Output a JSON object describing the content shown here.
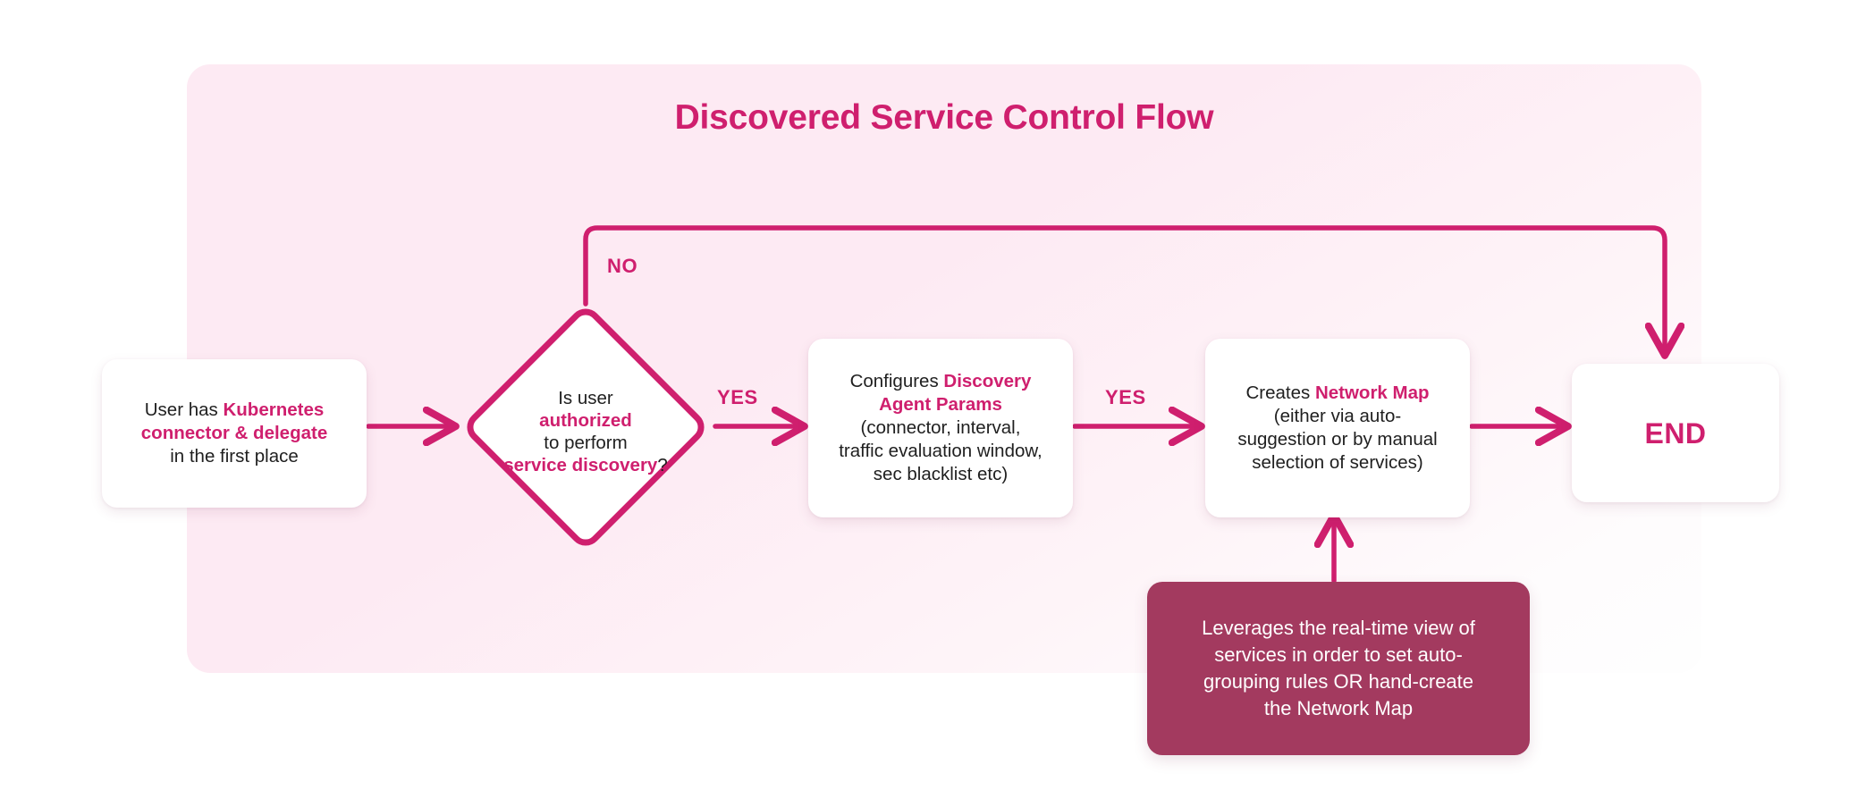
{
  "panel": {
    "background_color": "#fdeaf3",
    "accent_color": "#cf1f6e",
    "note_color": "#a33a5f"
  },
  "title": "Discovered Service Control Flow",
  "nodes": {
    "start": {
      "id": "start",
      "shape": "rounded-rect",
      "lines": [
        {
          "parts": [
            {
              "text": "User has ",
              "emphasis": false
            },
            {
              "text": "Kubernetes",
              "emphasis": true
            }
          ]
        },
        {
          "parts": [
            {
              "text": "connector & delegate",
              "emphasis": true
            }
          ]
        },
        {
          "parts": [
            {
              "text": "in the first place",
              "emphasis": false
            }
          ]
        }
      ]
    },
    "decision": {
      "id": "decision",
      "shape": "diamond",
      "lines": [
        {
          "parts": [
            {
              "text": "Is user",
              "emphasis": false
            }
          ]
        },
        {
          "parts": [
            {
              "text": "authorized",
              "emphasis": true
            }
          ]
        },
        {
          "parts": [
            {
              "text": "to perform",
              "emphasis": false
            }
          ]
        },
        {
          "parts": [
            {
              "text": "service discovery",
              "emphasis": true
            },
            {
              "text": "?",
              "emphasis": false
            }
          ]
        }
      ]
    },
    "configure": {
      "id": "configure",
      "shape": "rounded-rect",
      "lines": [
        {
          "parts": [
            {
              "text": "Configures ",
              "emphasis": false
            },
            {
              "text": "Discovery",
              "emphasis": true
            }
          ]
        },
        {
          "parts": [
            {
              "text": "Agent Params",
              "emphasis": true
            }
          ]
        },
        {
          "parts": [
            {
              "text": "(connector, interval,",
              "emphasis": false
            }
          ]
        },
        {
          "parts": [
            {
              "text": "traffic evaluation window,",
              "emphasis": false
            }
          ]
        },
        {
          "parts": [
            {
              "text": "sec blacklist etc)",
              "emphasis": false
            }
          ]
        }
      ]
    },
    "network_map": {
      "id": "network_map",
      "shape": "rounded-rect",
      "lines": [
        {
          "parts": [
            {
              "text": "Creates ",
              "emphasis": false
            },
            {
              "text": "Network Map",
              "emphasis": true
            }
          ]
        },
        {
          "parts": [
            {
              "text": "(either via auto-",
              "emphasis": false
            }
          ]
        },
        {
          "parts": [
            {
              "text": "suggestion or by manual",
              "emphasis": false
            }
          ]
        },
        {
          "parts": [
            {
              "text": "selection of services)",
              "emphasis": false
            }
          ]
        }
      ]
    },
    "end": {
      "id": "end",
      "shape": "rounded-rect",
      "label": "END"
    },
    "note": {
      "id": "note",
      "shape": "rounded-rect-filled",
      "lines": [
        {
          "parts": [
            {
              "text": "Leverages the real-time view of",
              "emphasis": false
            }
          ]
        },
        {
          "parts": [
            {
              "text": "services in order to set auto-",
              "emphasis": false
            }
          ]
        },
        {
          "parts": [
            {
              "text": "grouping rules OR hand-create",
              "emphasis": false
            }
          ]
        },
        {
          "parts": [
            {
              "text": "the Network Map",
              "emphasis": false
            }
          ]
        }
      ]
    }
  },
  "edges": [
    {
      "id": "start-to-decision",
      "label": "",
      "from": "start",
      "to": "decision"
    },
    {
      "id": "decision-yes-configure",
      "label": "YES",
      "from": "decision",
      "to": "configure"
    },
    {
      "id": "configure-yes-networkmap",
      "label": "YES",
      "from": "configure",
      "to": "network_map"
    },
    {
      "id": "networkmap-to-end",
      "label": "",
      "from": "network_map",
      "to": "end"
    },
    {
      "id": "decision-no-end",
      "label": "NO",
      "from": "decision",
      "to": "end"
    },
    {
      "id": "note-to-networkmap",
      "label": "",
      "from": "note",
      "to": "network_map"
    }
  ]
}
